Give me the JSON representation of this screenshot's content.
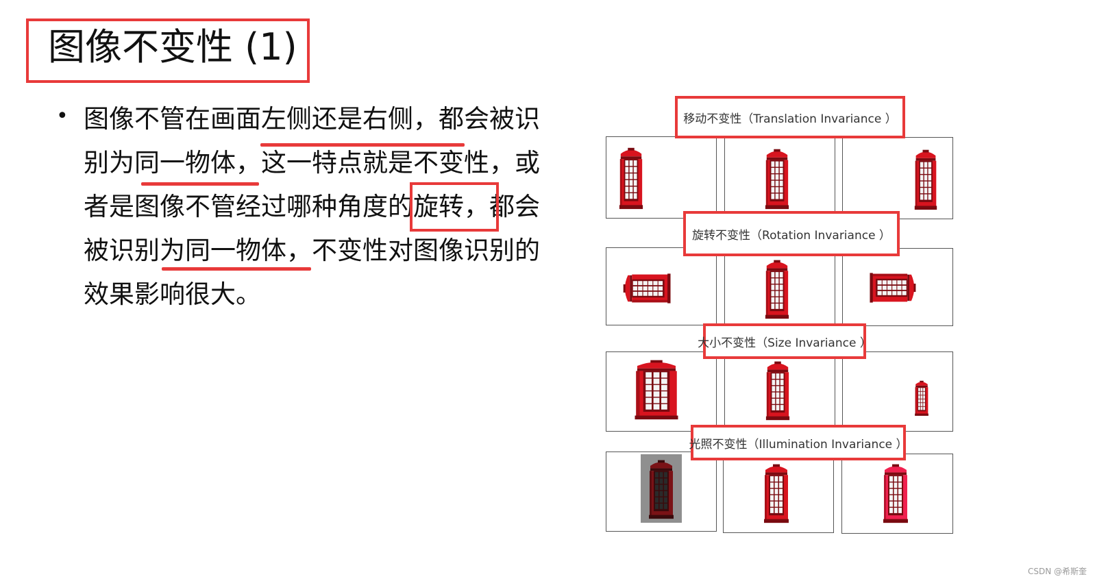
{
  "slide": {
    "title": "图像不变性 (1)",
    "bullet_lines": [
      "图像不管在画面左侧还是右侧，都会被识",
      "别为同一物体，这一特点就是不变性，或",
      "者是图像不管经过哪种角度的旋转，都会",
      "被识别为同一物体，不变性对图像识别的",
      "效果影响很大。"
    ]
  },
  "figure": {
    "labels": {
      "translation": "移动不变性（Translation Invariance ）",
      "rotation": "旋转不变性（Rotation Invariance ）",
      "size": "大小不变性（Size Invariance ）",
      "illumination": "光照不变性（Illumination Invariance ）"
    },
    "image_subject": "red-telephone-booth",
    "highlight_color": "#e83a3a",
    "booth_color": "#d8141f"
  },
  "watermark": "CSDN @希斯奎"
}
